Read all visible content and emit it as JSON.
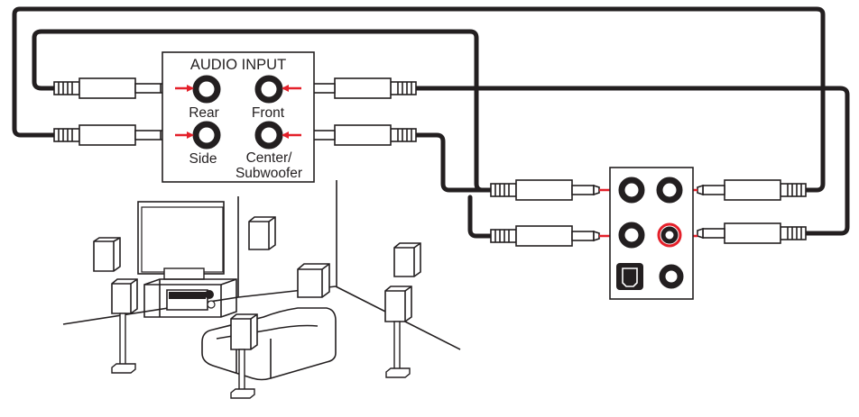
{
  "panel": {
    "title": "AUDIO INPUT",
    "jacks": {
      "rear": "Rear",
      "front": "Front",
      "side": "Side",
      "center_line1": "Center/",
      "center_line2": "Subwoofer"
    }
  },
  "colors": {
    "cable": "#231f20",
    "arrow": "#e4202a",
    "jack": "#231f20",
    "jack_active_ring": "#e4202a",
    "background": "#ffffff"
  },
  "icons": {
    "optical_port": "spdif-optical-icon",
    "jack": "audio-jack-icon",
    "plug": "audio-plug-icon"
  }
}
